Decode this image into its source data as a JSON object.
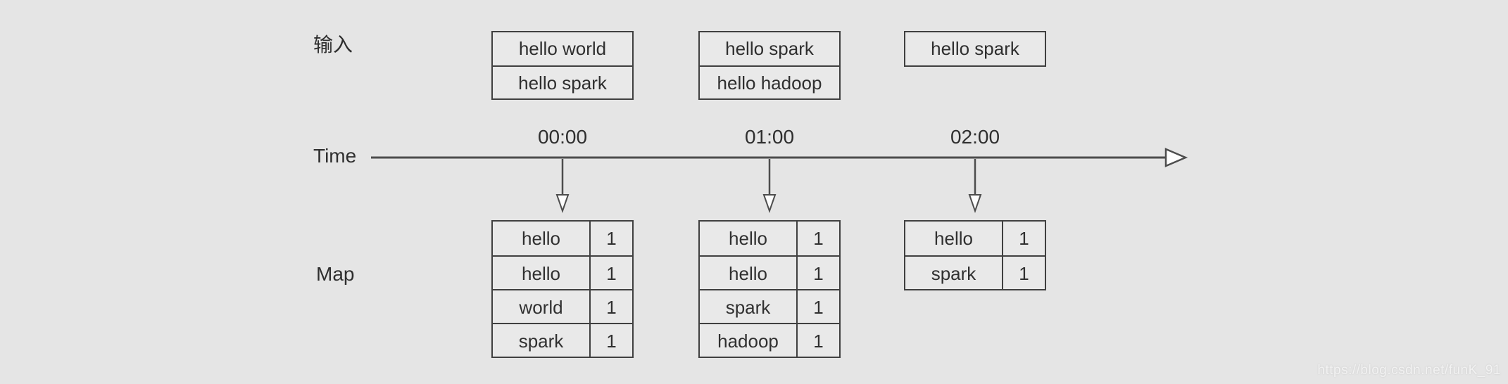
{
  "labels": {
    "input": "输入",
    "time": "Time",
    "map": "Map"
  },
  "columns": [
    {
      "time": "00:00",
      "input_lines": [
        "hello world",
        "hello spark"
      ],
      "map_rows": [
        [
          "hello",
          "1"
        ],
        [
          "hello",
          "1"
        ],
        [
          "world",
          "1"
        ],
        [
          "spark",
          "1"
        ]
      ]
    },
    {
      "time": "01:00",
      "input_lines": [
        "hello spark",
        "hello hadoop"
      ],
      "map_rows": [
        [
          "hello",
          "1"
        ],
        [
          "hello",
          "1"
        ],
        [
          "spark",
          "1"
        ],
        [
          "hadoop",
          "1"
        ]
      ]
    },
    {
      "time": "02:00",
      "input_lines": [
        "hello spark"
      ],
      "map_rows": [
        [
          "hello",
          "1"
        ],
        [
          "spark",
          "1"
        ]
      ]
    }
  ],
  "watermark": "https://blog.csdn.net/funK_91",
  "colors": {
    "background": "#e5e5e5",
    "box_fill": "#e9e9e9",
    "border": "#404040",
    "line": "#4d4d4d",
    "text": "#2f2f2f",
    "arrowhead_fill": "#fdfdfd",
    "watermark_text": "#f2f2f2"
  }
}
